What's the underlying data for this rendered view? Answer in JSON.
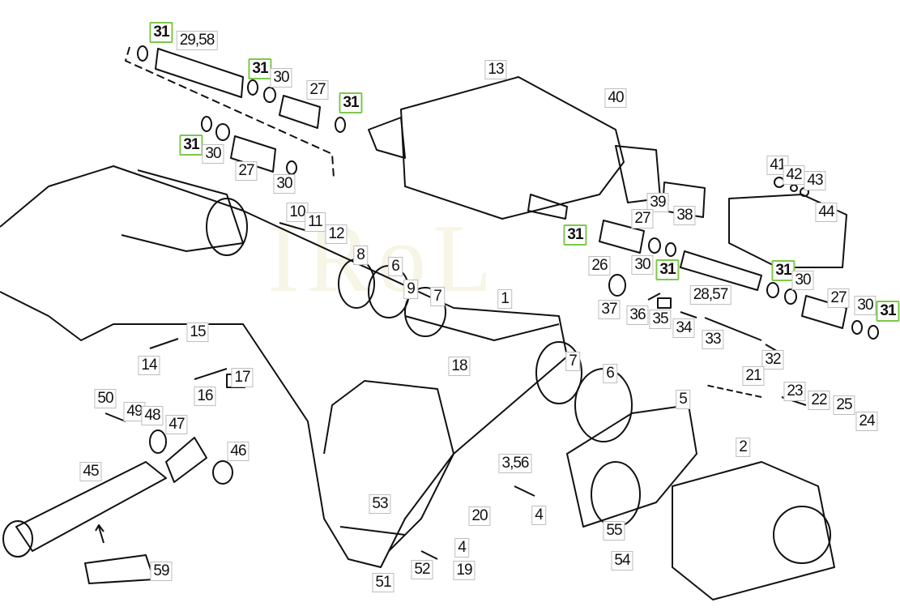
{
  "diagram": {
    "watermark": "IRoL",
    "highlight_color": "#7cc84a",
    "callouts": [
      {
        "text": "31",
        "hl": true
      },
      {
        "text": "29,58",
        "hl": false
      },
      {
        "text": "31",
        "hl": true
      },
      {
        "text": "30",
        "hl": false
      },
      {
        "text": "27",
        "hl": false
      },
      {
        "text": "31",
        "hl": true
      },
      {
        "text": "31",
        "hl": true
      },
      {
        "text": "30",
        "hl": false
      },
      {
        "text": "27",
        "hl": false
      },
      {
        "text": "30",
        "hl": false
      },
      {
        "text": "13",
        "hl": false
      },
      {
        "text": "40",
        "hl": false
      },
      {
        "text": "10",
        "hl": false
      },
      {
        "text": "11",
        "hl": false
      },
      {
        "text": "12",
        "hl": false
      },
      {
        "text": "8",
        "hl": false
      },
      {
        "text": "6",
        "hl": false
      },
      {
        "text": "9",
        "hl": false
      },
      {
        "text": "7",
        "hl": false
      },
      {
        "text": "1",
        "hl": false
      },
      {
        "text": "41",
        "hl": false
      },
      {
        "text": "42",
        "hl": false
      },
      {
        "text": "43",
        "hl": false
      },
      {
        "text": "44",
        "hl": false
      },
      {
        "text": "39",
        "hl": false
      },
      {
        "text": "38",
        "hl": false
      },
      {
        "text": "27",
        "hl": false
      },
      {
        "text": "31",
        "hl": true
      },
      {
        "text": "26",
        "hl": false
      },
      {
        "text": "30",
        "hl": false
      },
      {
        "text": "31",
        "hl": true
      },
      {
        "text": "31",
        "hl": true
      },
      {
        "text": "30",
        "hl": false
      },
      {
        "text": "28,57",
        "hl": false
      },
      {
        "text": "37",
        "hl": false
      },
      {
        "text": "36",
        "hl": false
      },
      {
        "text": "35",
        "hl": false
      },
      {
        "text": "34",
        "hl": false
      },
      {
        "text": "33",
        "hl": false
      },
      {
        "text": "32",
        "hl": false
      },
      {
        "text": "27",
        "hl": false
      },
      {
        "text": "30",
        "hl": false
      },
      {
        "text": "31",
        "hl": true
      },
      {
        "text": "14",
        "hl": false
      },
      {
        "text": "15",
        "hl": false
      },
      {
        "text": "18",
        "hl": false
      },
      {
        "text": "16",
        "hl": false
      },
      {
        "text": "17",
        "hl": false
      },
      {
        "text": "7",
        "hl": false
      },
      {
        "text": "6",
        "hl": false
      },
      {
        "text": "5",
        "hl": false
      },
      {
        "text": "21",
        "hl": false
      },
      {
        "text": "23",
        "hl": false
      },
      {
        "text": "22",
        "hl": false
      },
      {
        "text": "25",
        "hl": false
      },
      {
        "text": "24",
        "hl": false
      },
      {
        "text": "50",
        "hl": false
      },
      {
        "text": "49",
        "hl": false
      },
      {
        "text": "48",
        "hl": false
      },
      {
        "text": "47",
        "hl": false
      },
      {
        "text": "46",
        "hl": false
      },
      {
        "text": "45",
        "hl": false
      },
      {
        "text": "3,56",
        "hl": false
      },
      {
        "text": "4",
        "hl": false
      },
      {
        "text": "2",
        "hl": false
      },
      {
        "text": "53",
        "hl": false
      },
      {
        "text": "20",
        "hl": false
      },
      {
        "text": "4",
        "hl": false
      },
      {
        "text": "52",
        "hl": false
      },
      {
        "text": "19",
        "hl": false
      },
      {
        "text": "51",
        "hl": false
      },
      {
        "text": "55",
        "hl": false
      },
      {
        "text": "54",
        "hl": false
      },
      {
        "text": "59",
        "hl": false
      }
    ]
  }
}
